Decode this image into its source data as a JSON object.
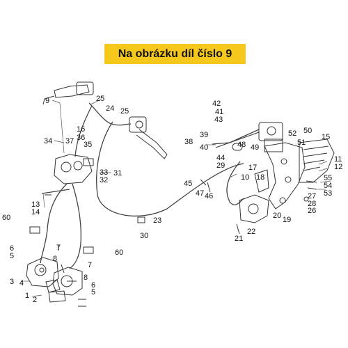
{
  "banner": {
    "text": "Na obrázku díl číslo 9"
  },
  "callouts": [
    "9",
    "25",
    "24",
    "25",
    "16",
    "37",
    "36",
    "35",
    "34",
    "33",
    "31",
    "32",
    "13",
    "14",
    "60",
    "6",
    "5",
    "7",
    "8",
    "60",
    "7",
    "3",
    "4",
    "8",
    "6",
    "1",
    "2",
    "5",
    "23",
    "30",
    "42",
    "41",
    "43",
    "39",
    "38",
    "40",
    "48",
    "49",
    "52",
    "50",
    "51",
    "15",
    "11",
    "12",
    "44",
    "17",
    "29",
    "10",
    "18",
    "45",
    "47",
    "46",
    "55",
    "54",
    "53",
    "27",
    "28",
    "26",
    "20",
    "19",
    "22",
    "21"
  ],
  "colors": {
    "banner_bg": "#f7c81c",
    "line": "#333333"
  }
}
